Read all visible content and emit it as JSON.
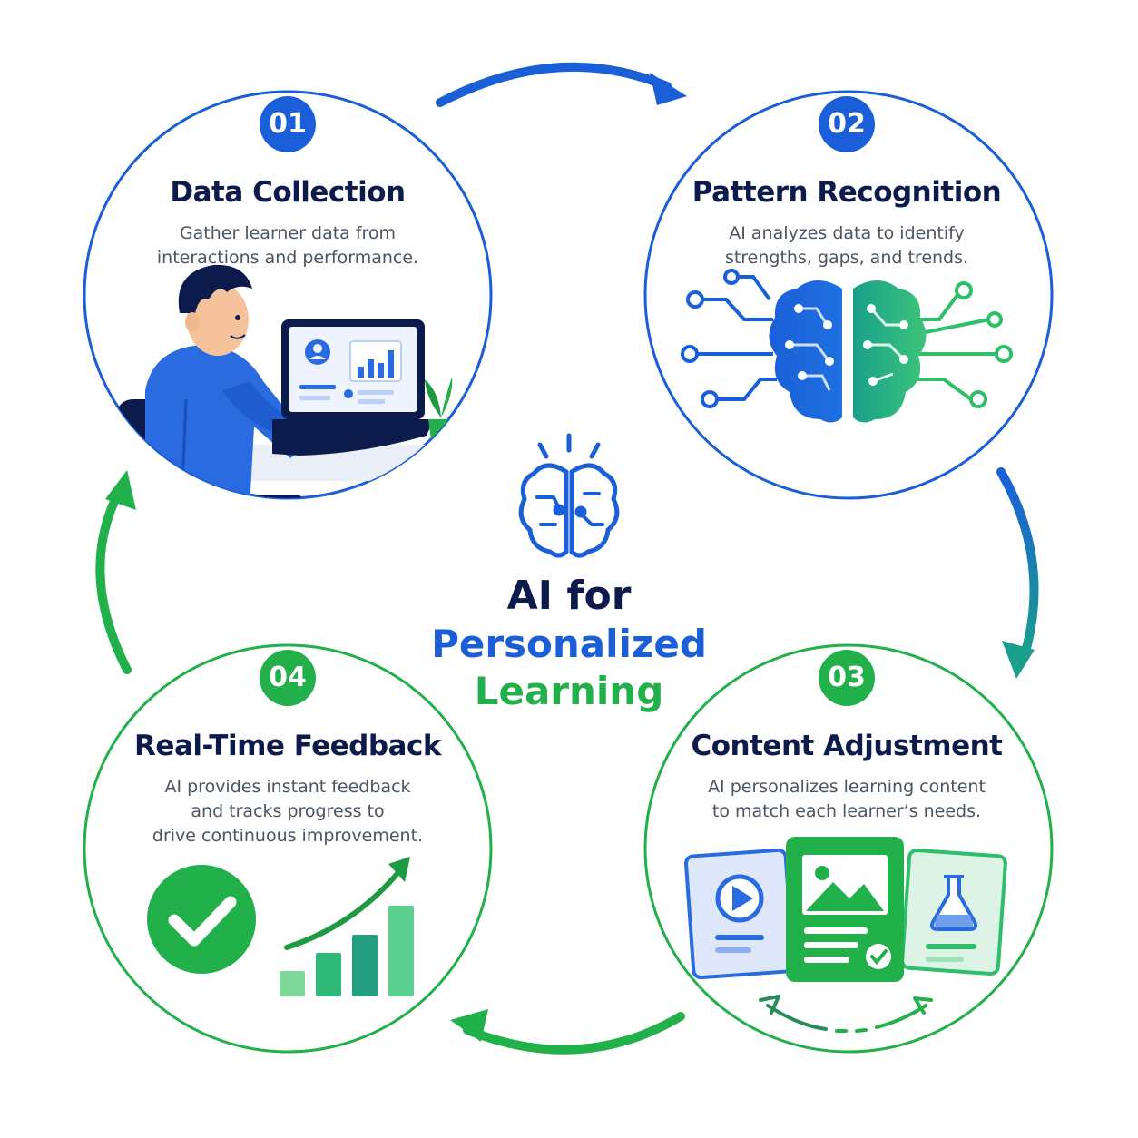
{
  "colors": {
    "blue": "#1a5fd8",
    "green": "#22b04b",
    "teal": "#1f8f8a",
    "navy": "#0d1b4c",
    "text_gray": "#4a5563"
  },
  "center": {
    "icon": "brain-icon",
    "line1": "AI for",
    "line2": "Personalized",
    "line3": "Learning"
  },
  "steps": [
    {
      "number": "01",
      "title": "Data Collection",
      "line1": "Gather learner data from",
      "line2": "interactions and performance.",
      "illustration": "learner-at-laptop"
    },
    {
      "number": "02",
      "title": "Pattern Recognition",
      "line1": "AI analyzes data to identify",
      "line2": "strengths, gaps, and trends.",
      "illustration": "circuit-brain-icon"
    },
    {
      "number": "03",
      "title": "Content Adjustment",
      "line1": "AI personalizes learning content",
      "line2": "to match each learner’s needs.",
      "illustration": "content-cards"
    },
    {
      "number": "04",
      "title": "Real-Time Feedback",
      "line1": "AI provides instant feedback",
      "line2": "and tracks progress to",
      "line3": "drive continuous improvement.",
      "illustration": "checkmark-and-growth-chart"
    }
  ]
}
